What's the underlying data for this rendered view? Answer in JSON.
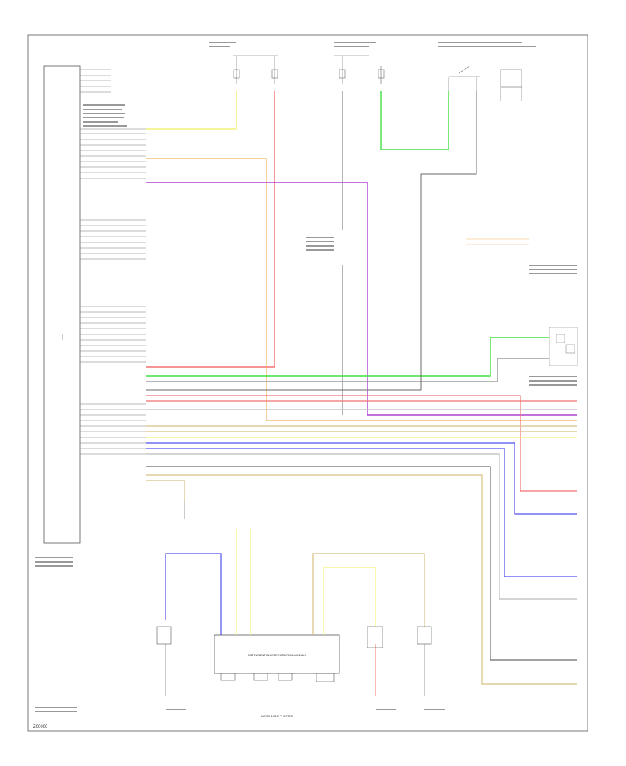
{
  "diagram": {
    "code": "Z00000",
    "main_module_label": "INSTRUMENT CLUSTER",
    "cluster_box_label": "INSTRUMENT CLUSTER CONTROL MODULE",
    "colors": {
      "yellow": "#f2f27a",
      "red": "#f07070",
      "violet": "#b040d0",
      "green": "#40e040",
      "gray": "#6a6a6a",
      "orange": "#f0b060",
      "blue": "#5050f0",
      "tan": "#d8c080",
      "lightgray": "#bbbbbb"
    }
  }
}
